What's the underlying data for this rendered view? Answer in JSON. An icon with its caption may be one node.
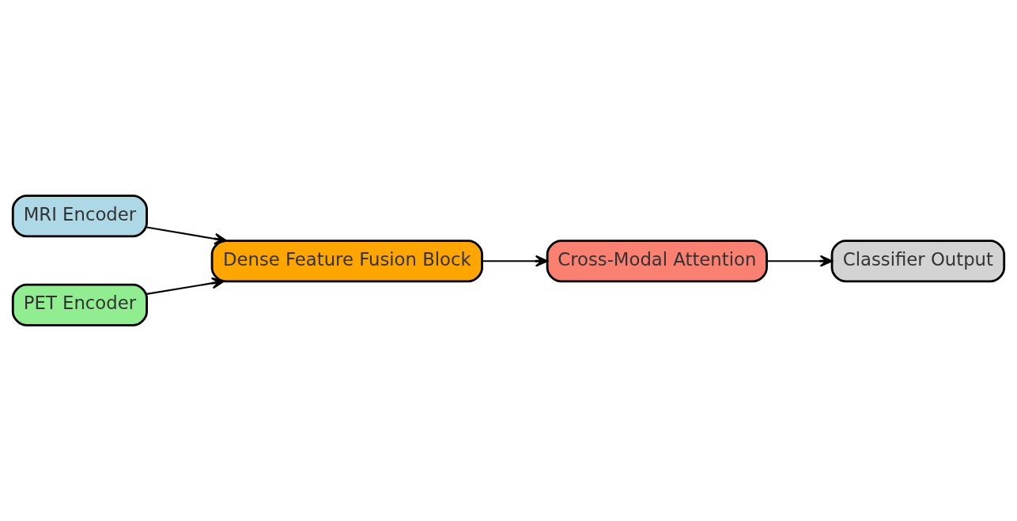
{
  "diagram": {
    "nodes": [
      {
        "text": [
          "MRI Encoder"
        ]
      },
      {
        "text": [
          "PET Encoder"
        ]
      },
      {
        "text": [
          "Dense Feature Fusion Block"
        ]
      },
      {
        "text": [
          "Cross-Modal Attention"
        ]
      },
      {
        "text": [
          "Classifier Output"
        ]
      }
    ],
    "edges": [
      {
        "from": 0,
        "to": 2,
        "arrow": "to"
      },
      {
        "from": 1,
        "to": 2,
        "arrow": "to"
      },
      {
        "from": 2,
        "to": 3,
        "arrow": "to"
      },
      {
        "from": 3,
        "to": 4,
        "arrow": "to"
      }
    ]
  }
}
